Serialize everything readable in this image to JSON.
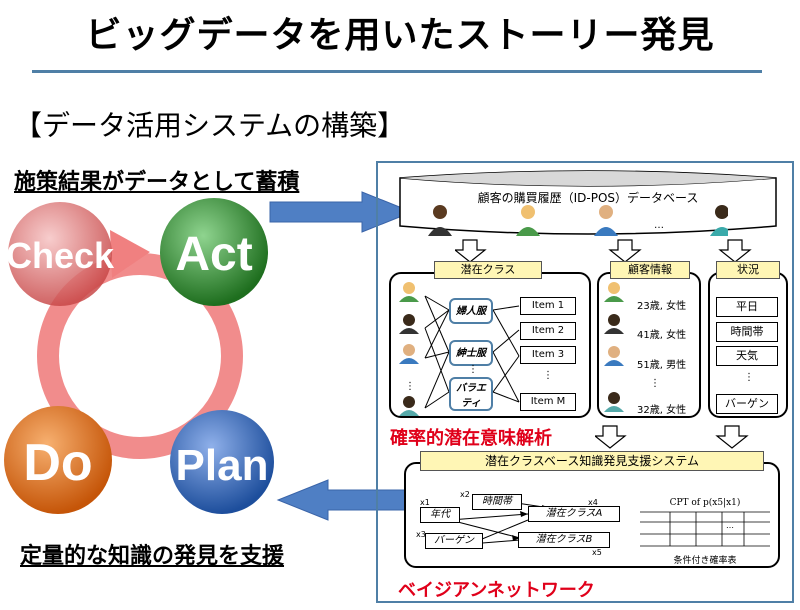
{
  "title": "ビッグデータを用いたストーリー発見",
  "section_heading": "【データ活用システムの構築】",
  "banners": {
    "top": "施策結果がデータとして蓄積",
    "bottom": "定量的な知識の発見を支援"
  },
  "cycle": {
    "check": "Check",
    "act": "Act",
    "do": "Do",
    "plan": "Plan",
    "colors": {
      "check": "#d85a5a",
      "act": "#2e8b2e",
      "do": "#e06a10",
      "plan": "#2a5fb0",
      "ring": "#f07070"
    }
  },
  "database": {
    "label": "顧客の購買履歴（ID-POS）データベース",
    "ellipsis": "…"
  },
  "latent": {
    "header": "潜在クラス",
    "classes": [
      "婦人服",
      "紳士服",
      "バラエ\nティ"
    ],
    "items": [
      "Item 1",
      "Item 2",
      "Item 3",
      "Item M"
    ],
    "dots": "⋮"
  },
  "customer_info": {
    "header": "顧客情報",
    "rows": [
      "23歳, 女性",
      "41歳, 女性",
      "51歳, 男性",
      "32歳, 女性"
    ],
    "dots": "⋮"
  },
  "situation": {
    "header": "状況",
    "rows": [
      "平日",
      "時間帯",
      "天気",
      "バーゲン"
    ],
    "dots": "⋮"
  },
  "plsa_label": "確率的潜在意味解析",
  "system": {
    "header": "潜在クラスベース知識発見支援システム",
    "nodes": [
      "時間帯",
      "年代",
      "バーゲン",
      "潜在クラスA",
      "潜在クラスB"
    ],
    "vars": [
      "x1",
      "x2",
      "x3",
      "x4",
      "x5"
    ],
    "cpt_title": "CPT of p(x5|x1)",
    "cpt_caption": "条件付き確率表",
    "cpt_dots": "…"
  },
  "bayes_label": "ベイジアンネットワーク"
}
